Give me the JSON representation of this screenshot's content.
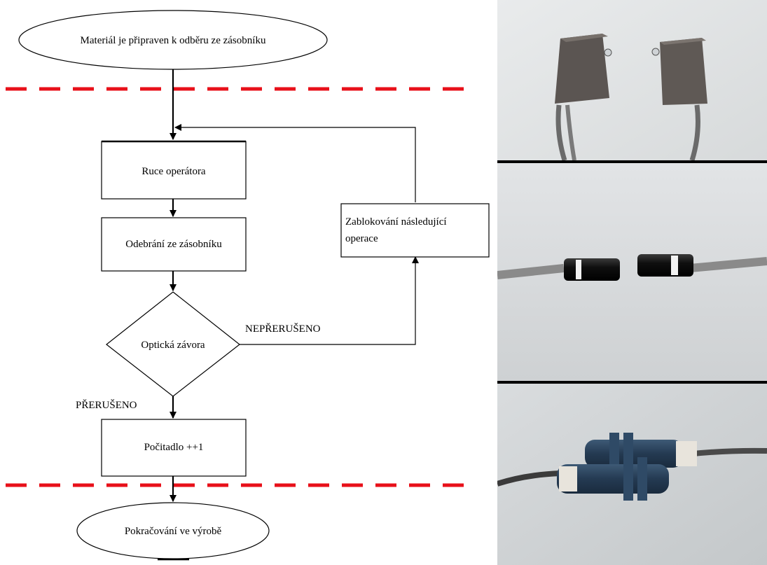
{
  "flowchart": {
    "start": "Materiál je připraven k odběru ze zásobníku",
    "step_hands": "Ruce operátora",
    "step_take": "Odebrání ze zásobníku",
    "decision": "Optická závora",
    "label_not_interrupted": "NEPŘERUŠENO",
    "label_interrupted": "PŘERUŠENO",
    "block_line1": "Zablokování následující",
    "block_line2": "operace",
    "counter": "Počitadlo ++1",
    "end": "Pokračování ve výrobě"
  },
  "colors": {
    "boundary_dash": "#e8101a",
    "line": "#000000"
  },
  "photos": [
    {
      "subject": "rectangular-sensor-pair"
    },
    {
      "subject": "cylindrical-sensor-pair"
    },
    {
      "subject": "threaded-sensor-pair"
    }
  ]
}
